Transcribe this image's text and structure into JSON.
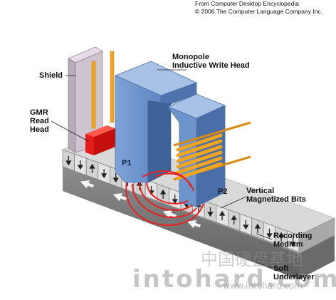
{
  "credit": {
    "line1": "From Computer Desktop Encyclopedia",
    "line2": "© 2006 The Computer Language Company Inc."
  },
  "labels": {
    "shield": "Shield",
    "gmr_line1": "GMR",
    "gmr_line2": "Read",
    "gmr_line3": "Head",
    "monopole_line1": "Monopole",
    "monopole_line2": "Inductive Write Head",
    "p1": "P1",
    "p2": "P2",
    "bits_line1": "Vertical",
    "bits_line2": "Magnetized Bits",
    "medium_line1": "Recording",
    "medium_line2": "Medium",
    "underlayer_line1": "Soft",
    "underlayer_line2": "Underlayer"
  },
  "watermark": {
    "main": "intohard.com",
    "chinese": "中国硬盘基地",
    "small": "www.intohard.com"
  },
  "colors": {
    "head_blue": "#6f95cc",
    "gmr_red": "#e51b1b",
    "field_red": "#e8231f",
    "lead_orange": "#f0a51d",
    "medium_gray": "#bdbdbd"
  },
  "bit_directions": [
    "down",
    "down",
    "up",
    "down",
    "down",
    "up",
    "up",
    "down",
    "up",
    "down",
    "down",
    "up",
    "down",
    "up",
    "up",
    "down",
    "up",
    "down",
    "up",
    "down"
  ]
}
